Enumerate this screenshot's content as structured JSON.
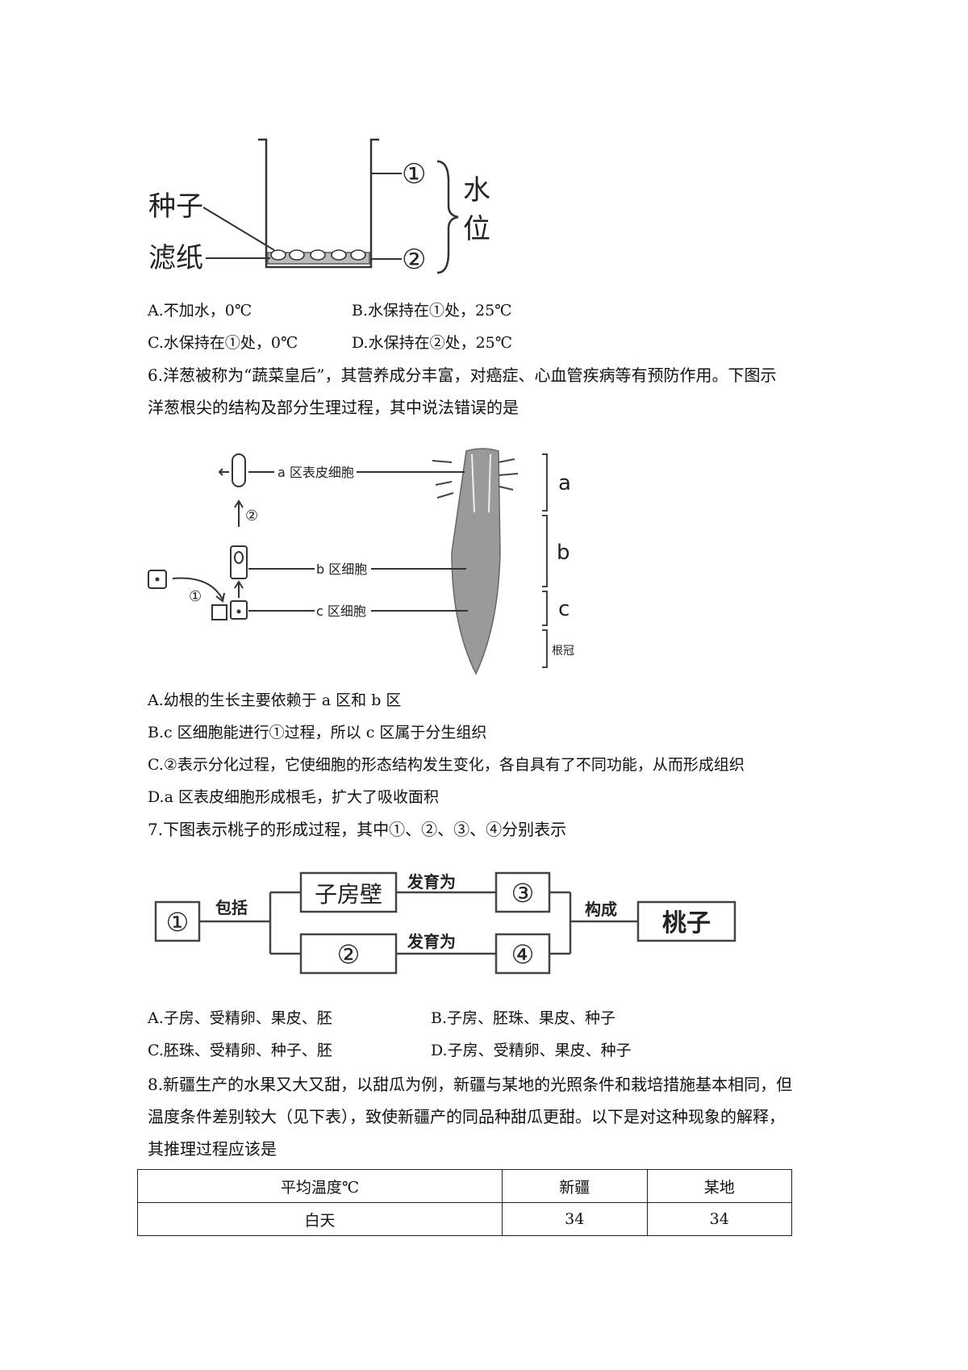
{
  "fig5": {
    "label_seed": "种子",
    "label_filter": "滤纸",
    "mark1": "①",
    "mark2": "②",
    "label_water1": "水",
    "label_water2": "位"
  },
  "q5_options": {
    "A": "A.不加水，0℃",
    "B": "B.水保持在①处，25℃",
    "C": "C.水保持在①处，0℃",
    "D": "D.水保持在②处，25℃"
  },
  "q6": {
    "stem_line1": "6.洋葱被称为“蔬菜皇后”，其营养成分丰富，对癌症、心血管疾病等有预防作用。下图示",
    "stem_line2": "洋葱根尖的结构及部分生理过程，其中说法错误的是",
    "fig": {
      "label_a_cell": "a 区表皮细胞",
      "label_b_cell": "b 区细胞",
      "label_c_cell": "c 区细胞",
      "zone_a": "a",
      "zone_b": "b",
      "zone_c": "c",
      "zone_cap": "根冠",
      "mark1": "①",
      "mark2": "②"
    },
    "options": {
      "A": "A.幼根的生长主要依赖于 a 区和 b 区",
      "B": "B.c 区细胞能进行①过程，所以 c 区属于分生组织",
      "C": "C.②表示分化过程，它使细胞的形态结构发生变化，各自具有了不同功能，从而形成组织",
      "D": "D.a 区表皮细胞形成根毛，扩大了吸收面积"
    }
  },
  "q7": {
    "stem": "7.下图表示桃子的形成过程，其中①、②、③、④分别表示",
    "fig": {
      "box1": "①",
      "include": "包括",
      "box_wall": "子房壁",
      "develop1": "发育为",
      "box3": "③",
      "form": "构成",
      "box_peach": "桃子",
      "box2": "②",
      "develop2": "发育为",
      "box4": "④"
    },
    "options": {
      "A": "A.子房、受精卵、果皮、胚",
      "B": "B.子房、胚珠、果皮、种子",
      "C": "C.胚珠、受精卵、种子、胚",
      "D": "D.子房、受精卵、果皮、种子"
    }
  },
  "q8": {
    "stem_line1": "8.新疆生产的水果又大又甜，以甜瓜为例，新疆与某地的光照条件和栽培措施基本相同，但",
    "stem_line2": "温度条件差别较大（见下表），致使新疆产的同品种甜瓜更甜。以下是对这种现象的解释，",
    "stem_line3": "其推理过程应该是",
    "table": {
      "headers": [
        "平均温度℃",
        "新疆",
        "某地"
      ],
      "rows": [
        [
          "白天",
          "34",
          "34"
        ]
      ]
    }
  }
}
